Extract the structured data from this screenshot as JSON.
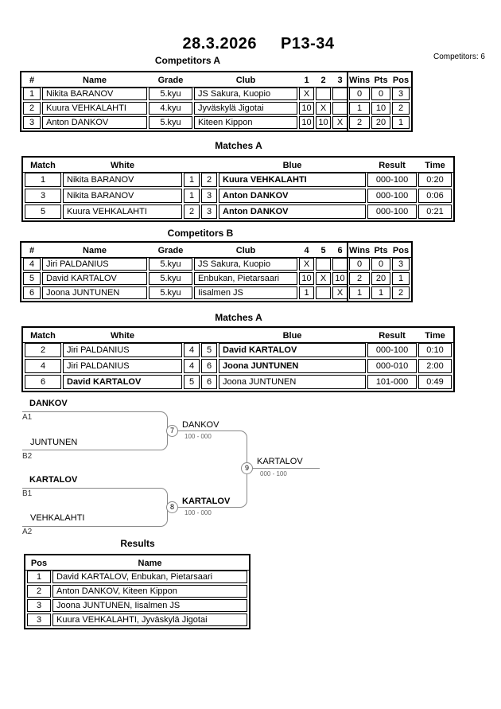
{
  "header": {
    "date": "28.3.2026",
    "category": "P13-34",
    "competitors_note": "Competitors: 6"
  },
  "competitors_a": {
    "title": "Competitors A",
    "headers": {
      "num": "#",
      "name": "Name",
      "grade": "Grade",
      "club": "Club",
      "c1": "1",
      "c2": "2",
      "c3": "3",
      "wins": "Wins",
      "pts": "Pts",
      "pos": "Pos"
    },
    "rows": [
      {
        "num": "1",
        "name": "Nikita BARANOV",
        "grade": "5.kyu",
        "club": "JS Sakura, Kuopio",
        "s1": "X",
        "s2": "",
        "s3": "",
        "wins": "0",
        "pts": "0",
        "pos": "3"
      },
      {
        "num": "2",
        "name": "Kuura VEHKALAHTI",
        "grade": "4.kyu",
        "club": "Jyväskylä Jigotai",
        "s1": "10",
        "s2": "X",
        "s3": "",
        "wins": "1",
        "pts": "10",
        "pos": "2"
      },
      {
        "num": "3",
        "name": "Anton DANKOV",
        "grade": "5.kyu",
        "club": "Kiteen Kippon",
        "s1": "10",
        "s2": "10",
        "s3": "X",
        "wins": "2",
        "pts": "20",
        "pos": "1"
      }
    ]
  },
  "matches_a1": {
    "title": "Matches A",
    "headers": {
      "match": "Match",
      "white": "White",
      "blue": "Blue",
      "result": "Result",
      "time": "Time"
    },
    "rows": [
      {
        "match": "1",
        "white": "Nikita BARANOV",
        "wnum": "1",
        "bnum": "2",
        "blue": "Kuura VEHKALAHTI",
        "result": "000-100",
        "time": "0:20"
      },
      {
        "match": "3",
        "white": "Nikita BARANOV",
        "wnum": "1",
        "bnum": "3",
        "blue": "Anton DANKOV",
        "result": "000-100",
        "time": "0:06"
      },
      {
        "match": "5",
        "white": "Kuura VEHKALAHTI",
        "wnum": "2",
        "bnum": "3",
        "blue": "Anton DANKOV",
        "result": "000-100",
        "time": "0:21"
      }
    ]
  },
  "competitors_b": {
    "title": "Competitors B",
    "headers": {
      "num": "#",
      "name": "Name",
      "grade": "Grade",
      "club": "Club",
      "c1": "4",
      "c2": "5",
      "c3": "6",
      "wins": "Wins",
      "pts": "Pts",
      "pos": "Pos"
    },
    "rows": [
      {
        "num": "4",
        "name": "Jiri PALDANIUS",
        "grade": "5.kyu",
        "club": "JS Sakura, Kuopio",
        "s1": "X",
        "s2": "",
        "s3": "",
        "wins": "0",
        "pts": "0",
        "pos": "3"
      },
      {
        "num": "5",
        "name": "David KARTALOV",
        "grade": "5.kyu",
        "club": "Enbukan, Pietarsaari",
        "s1": "10",
        "s2": "X",
        "s3": "10",
        "wins": "2",
        "pts": "20",
        "pos": "1"
      },
      {
        "num": "6",
        "name": "Joona JUNTUNEN",
        "grade": "5.kyu",
        "club": "Iisalmen JS",
        "s1": "1",
        "s2": "",
        "s3": "X",
        "wins": "1",
        "pts": "1",
        "pos": "2"
      }
    ]
  },
  "matches_a2": {
    "title": "Matches A",
    "headers": {
      "match": "Match",
      "white": "White",
      "blue": "Blue",
      "result": "Result",
      "time": "Time"
    },
    "rows": [
      {
        "match": "2",
        "white": "Jiri PALDANIUS",
        "wnum": "4",
        "bnum": "5",
        "blue": "David KARTALOV",
        "result": "000-100",
        "time": "0:10"
      },
      {
        "match": "4",
        "white": "Jiri PALDANIUS",
        "wnum": "4",
        "bnum": "6",
        "blue": "Joona JUNTUNEN",
        "result": "000-010",
        "time": "2:00"
      },
      {
        "match": "6",
        "white": "David KARTALOV",
        "wnum": "5",
        "bnum": "6",
        "blue": "Joona JUNTUNEN",
        "result": "101-000",
        "time": "0:49"
      }
    ]
  },
  "bracket": {
    "semi1": {
      "top_name": "DANKOV",
      "top_seed": "A1",
      "bottom_name": "JUNTUNEN",
      "bottom_seed": "B2",
      "node": "7",
      "winner": "DANKOV",
      "score": "100 - 000"
    },
    "semi2": {
      "top_name": "KARTALOV",
      "top_seed": "B1",
      "bottom_name": "VEHKALAHTI",
      "bottom_seed": "A2",
      "node": "8",
      "winner": "KARTALOV",
      "score": "100 - 000"
    },
    "final": {
      "node": "9",
      "winner": "KARTALOV",
      "score": "000 - 100"
    }
  },
  "results": {
    "title": "Results",
    "headers": {
      "pos": "Pos",
      "name": "Name"
    },
    "rows": [
      {
        "pos": "1",
        "name": "David KARTALOV, Enbukan, Pietarsaari"
      },
      {
        "pos": "2",
        "name": "Anton DANKOV, Kiteen Kippon"
      },
      {
        "pos": "3",
        "name": "Joona JUNTUNEN, Iisalmen JS"
      },
      {
        "pos": "3",
        "name": "Kuura VEHKALAHTI, Jyväskylä Jigotai"
      }
    ]
  },
  "colors": {
    "table_border": "#000000",
    "bracket_line": "#888888",
    "score_text": "#666666"
  }
}
